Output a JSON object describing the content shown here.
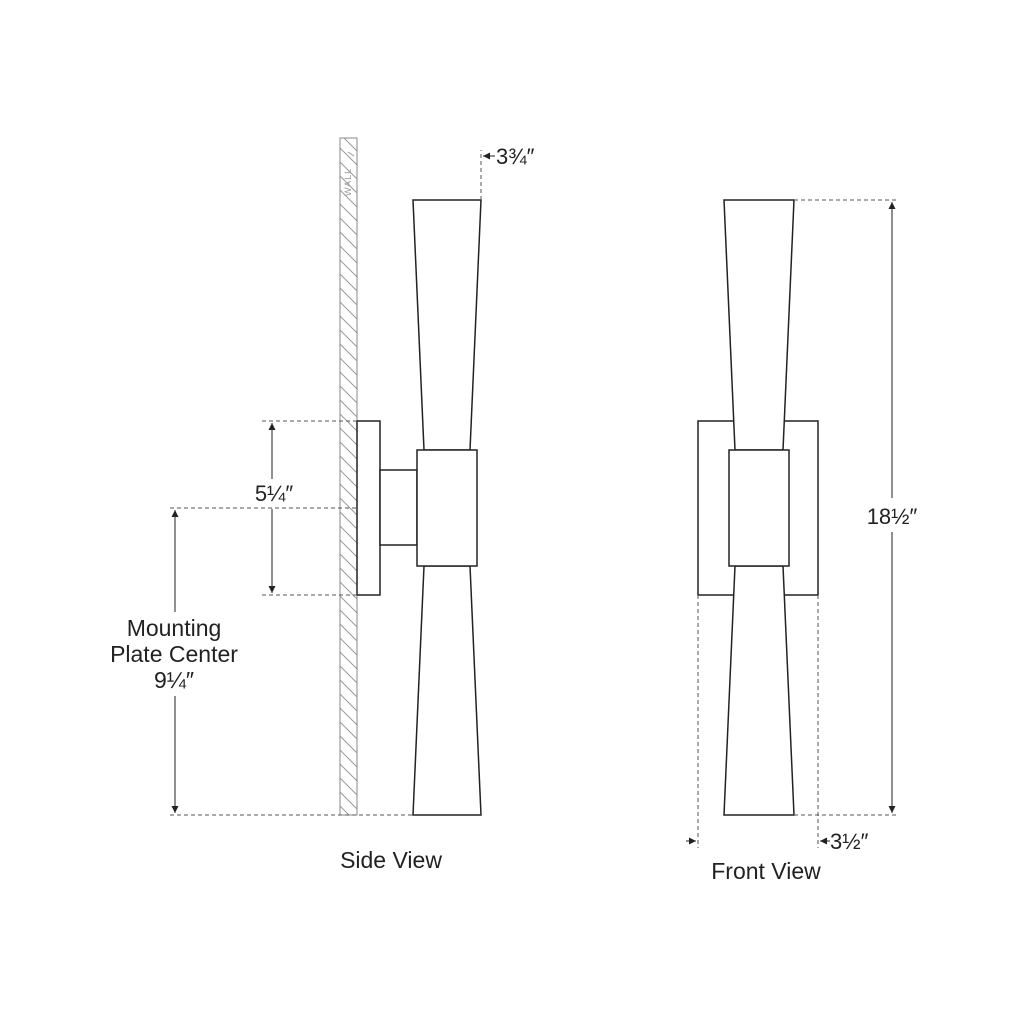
{
  "labels": {
    "wall": "WALL",
    "side_depth": "3¾″",
    "plate_height": "5¼″",
    "mounting_line1": "Mounting",
    "mounting_line2": "Plate Center",
    "mounting_value": "9¼″",
    "overall_height": "18½″",
    "front_width": "3½″",
    "side_view": "Side View",
    "front_view": "Front View"
  },
  "colors": {
    "line": "#222222",
    "dimension": "#555555",
    "wall_label": "#9a9a9a"
  }
}
